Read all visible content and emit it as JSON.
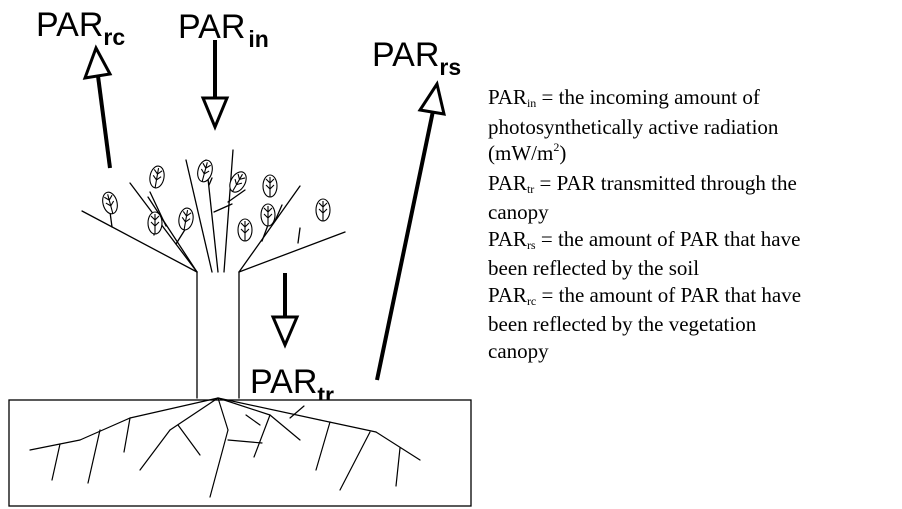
{
  "labels": {
    "rc": {
      "base": "PAR",
      "sub": "rc"
    },
    "in": {
      "base": "PAR",
      "sub": "in"
    },
    "rs": {
      "base": "PAR",
      "sub": "rs"
    },
    "tr": {
      "base": "PAR",
      "sub": "tr"
    }
  },
  "legend": {
    "in": {
      "base": "PAR",
      "sub": "in",
      "line1": " = the incoming amount of",
      "line2": "photosynthetically active radiation",
      "unit_a": "(mW/m",
      "unit_sup": "2",
      "unit_b": ")"
    },
    "tr": {
      "base": "PAR",
      "sub": "tr",
      "line1": " = PAR transmitted through the",
      "line2": "canopy"
    },
    "rs": {
      "base": "PAR",
      "sub": "rs",
      "line1": " = the amount of PAR that have",
      "line2": "been reflected by the soil"
    },
    "rc": {
      "base": "PAR",
      "sub": "rc",
      "line1": " = the amount of PAR that have",
      "line2": "been reflected by the vegetation",
      "line3": "canopy"
    }
  }
}
